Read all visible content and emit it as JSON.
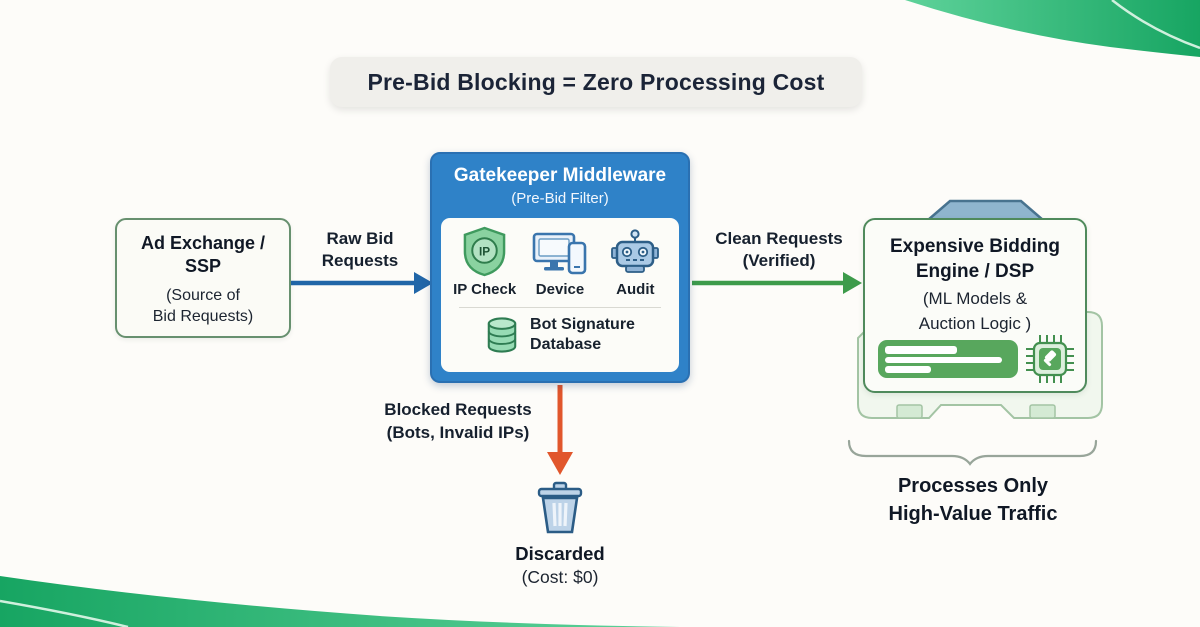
{
  "title": "Pre-Bid Blocking = Zero Processing Cost",
  "source_box": {
    "title_line1": "Ad Exchange /",
    "title_line2": "SSP",
    "sub_line1": "(Source of",
    "sub_line2": "Bid Requests)"
  },
  "flows": {
    "raw": {
      "line1": "Raw Bid",
      "line2": "Requests"
    },
    "clean": {
      "line1": "Clean Requests",
      "line2": "(Verified)"
    },
    "blocked": {
      "line1": "Blocked Requests",
      "line2": "(Bots, Invalid IPs)"
    }
  },
  "gatekeeper": {
    "title": "Gatekeeper Middleware",
    "subtitle": "(Pre-Bid Filter)",
    "checks": [
      {
        "icon": "ip-shield-icon",
        "badge": "IP",
        "label": "IP Check"
      },
      {
        "icon": "monitor-phone-icon",
        "label": "Device"
      },
      {
        "icon": "robot-icon",
        "label": "Audit"
      }
    ],
    "database": {
      "icon": "database-icon",
      "line1": "Bot Signature",
      "line2": "Database"
    }
  },
  "discard": {
    "icon": "trash-icon",
    "label": "Discarded",
    "cost": "(Cost: $0)"
  },
  "bidding": {
    "title_line1": "Expensive Bidding",
    "title_line2": "Engine / DSP",
    "sub_line1": "(ML Models &",
    "sub_line2": "Auction Logic )",
    "caption_line1": "Processes Only",
    "caption_line2": "High-Value Traffic"
  },
  "colors": {
    "arrow_raw": "#2166a8",
    "arrow_clean": "#3d9b4b",
    "arrow_blocked": "#e1562c",
    "gatekeeper_bg": "#2f82c8",
    "brand_green_dark": "#17a562",
    "brand_green_light": "#5ed29a",
    "title_pill_bg": "#f0efeb"
  }
}
